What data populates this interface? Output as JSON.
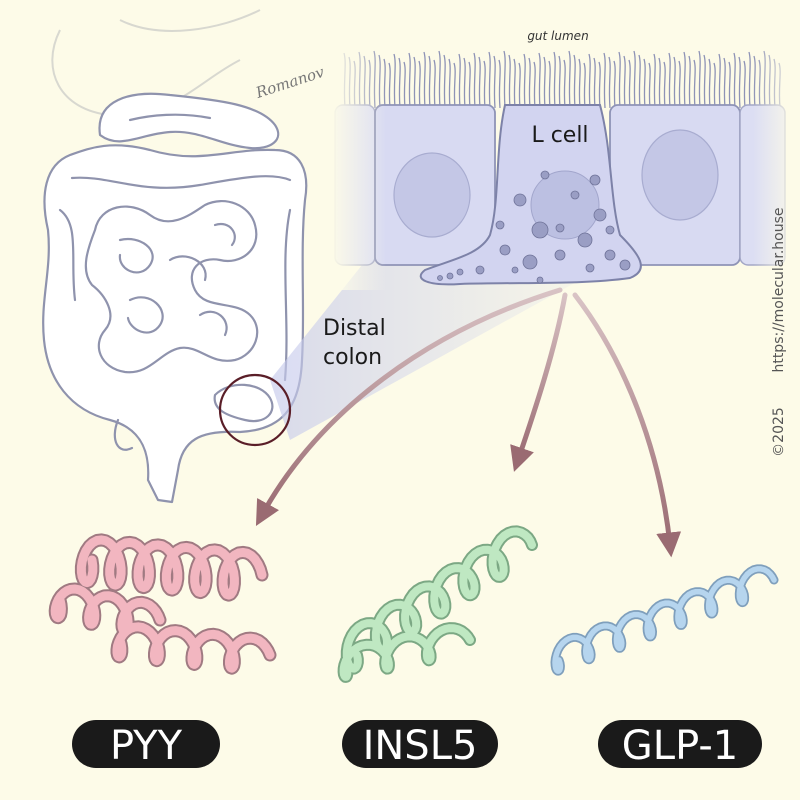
{
  "labels": {
    "gut_lumen": "gut lumen",
    "cell": "L cell",
    "region_line1": "Distal",
    "region_line2": "colon",
    "signature": "Romanov",
    "website": "https://molecular.house",
    "copyright": "©2025"
  },
  "hormones": [
    {
      "name": "PYY",
      "color": "#f2b6c0"
    },
    {
      "name": "INSL5",
      "color": "#bfe8c2"
    },
    {
      "name": "GLP-1",
      "color": "#b6d5ee"
    }
  ],
  "colors": {
    "background": "#fdfbe8",
    "arrow": "#9a6b72",
    "cell_fill": "#d8daf2",
    "cell_stroke": "#8e93b6",
    "highlight_circle": "#5a1e28",
    "pill": "#1a1a1a"
  },
  "icons": [
    "intestine-illustration",
    "l-cell-epithelium",
    "secretion-arrow",
    "peptide-helix"
  ]
}
